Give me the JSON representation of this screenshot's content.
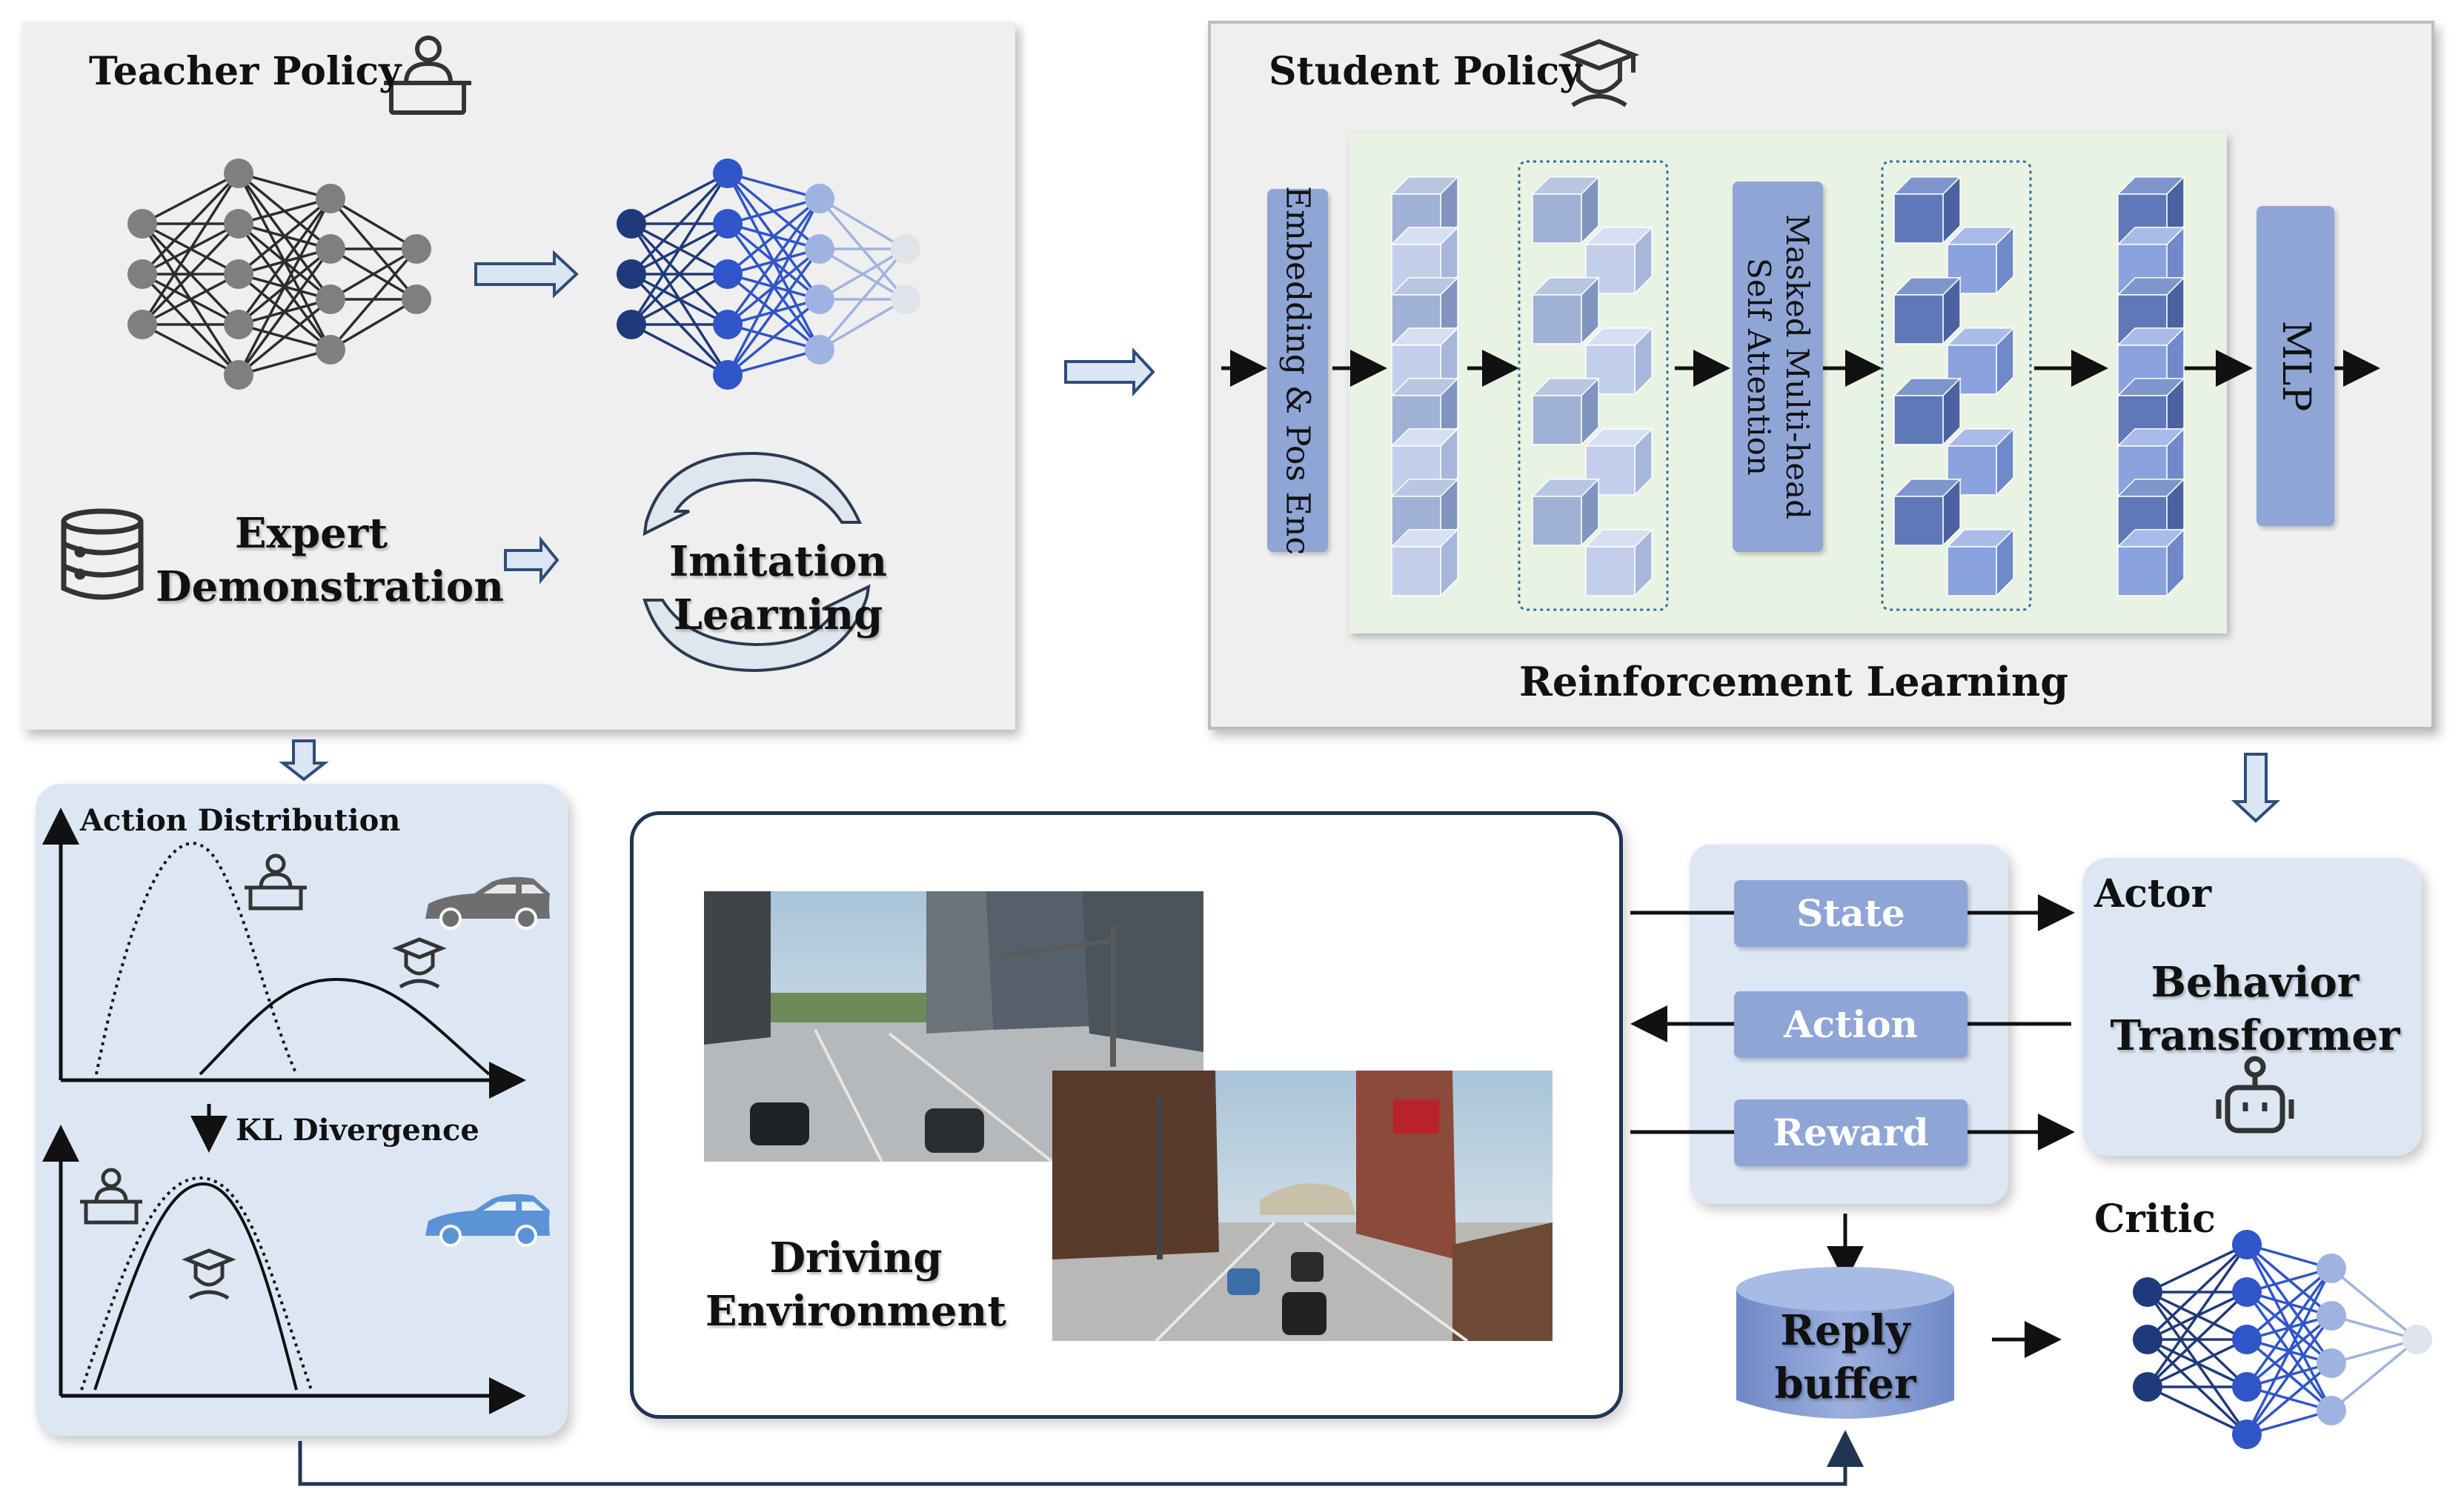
{
  "teacher": {
    "title": "Teacher Policy",
    "expert_line1": "Expert",
    "expert_line2": "Demonstration",
    "imitation": "Imitation Learning"
  },
  "student": {
    "title": "Student Policy",
    "embedding": "Embedding & Pos Enc",
    "attention_line1": "Masked Multi-head",
    "attention_line2": "Self Attention",
    "mlp": "MLP",
    "rl_label": "Reinforcement Learning"
  },
  "distribution": {
    "title": "Action Distribution",
    "kl": "KL Divergence"
  },
  "environment": {
    "line1": "Driving",
    "line2": "Environment"
  },
  "interface": {
    "state": "State",
    "action": "Action",
    "reward": "Reward"
  },
  "actor": {
    "title": "Actor",
    "line1": "Behavior",
    "line2": "Transformer"
  },
  "critic": {
    "title": "Critic"
  },
  "buffer": {
    "line1": "Reply",
    "line2": "buffer"
  },
  "colors": {
    "dark_nn": "#2c2c2c",
    "gray_node": "#7f7f7f",
    "blue_dark": "#1f3a7a",
    "blue_mid": "#2f55c8",
    "blue_light": "#9fb3e2",
    "pill": "#8ea5d6",
    "panel_gray": "#efefef",
    "panel_blue": "#dde7f4",
    "green_bg": "#e9f3e4"
  },
  "icons": [
    "teacher-icon",
    "student-icon",
    "database-icon",
    "car-gray-icon",
    "car-blue-icon",
    "robot-icon"
  ]
}
